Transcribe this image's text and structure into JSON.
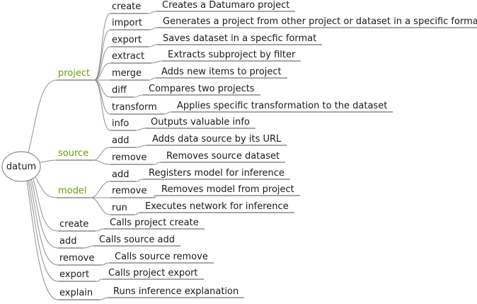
{
  "root_label": "datum",
  "branches": [
    {
      "label": "project",
      "children": [
        {
          "command": "create",
          "description": "Creates a Datumaro project"
        },
        {
          "command": "import",
          "description": "Generates a project from other project or dataset in a specific format"
        },
        {
          "command": "export",
          "description": "Saves dataset in a specfic format"
        },
        {
          "command": "extract",
          "description": "Extracts subproject by filter"
        },
        {
          "command": "merge",
          "description": "Adds new items to project"
        },
        {
          "command": "diff",
          "description": "Compares two projects"
        },
        {
          "command": "transform",
          "description": "Applies specific transformation to the dataset"
        },
        {
          "command": "info",
          "description": "Outputs valuable info"
        }
      ]
    },
    {
      "label": "source",
      "children": [
        {
          "command": "add",
          "description": "Adds data source by its URL"
        },
        {
          "command": "remove",
          "description": "Removes source dataset"
        }
      ]
    },
    {
      "label": "model",
      "children": [
        {
          "command": "add",
          "description": "Registers model for inference"
        },
        {
          "command": "remove",
          "description": "Removes model from project"
        },
        {
          "command": "run",
          "description": "Executes network for inference"
        }
      ]
    }
  ],
  "shortcuts": [
    {
      "command": "create",
      "description": "Calls project create"
    },
    {
      "command": "add",
      "description": "Calls source add"
    },
    {
      "command": "remove",
      "description": "Calls source remove"
    },
    {
      "command": "export",
      "description": "Calls project export"
    },
    {
      "command": "explain",
      "description": "Runs inference explanation"
    }
  ],
  "colors": {
    "branch_label": "#6e9b0a",
    "text": "#1b1b1b",
    "edge": "#8f8f8f",
    "node_line": "#4f4f4f",
    "root_outline": "#7a7a7a",
    "background": "#ffffff"
  }
}
